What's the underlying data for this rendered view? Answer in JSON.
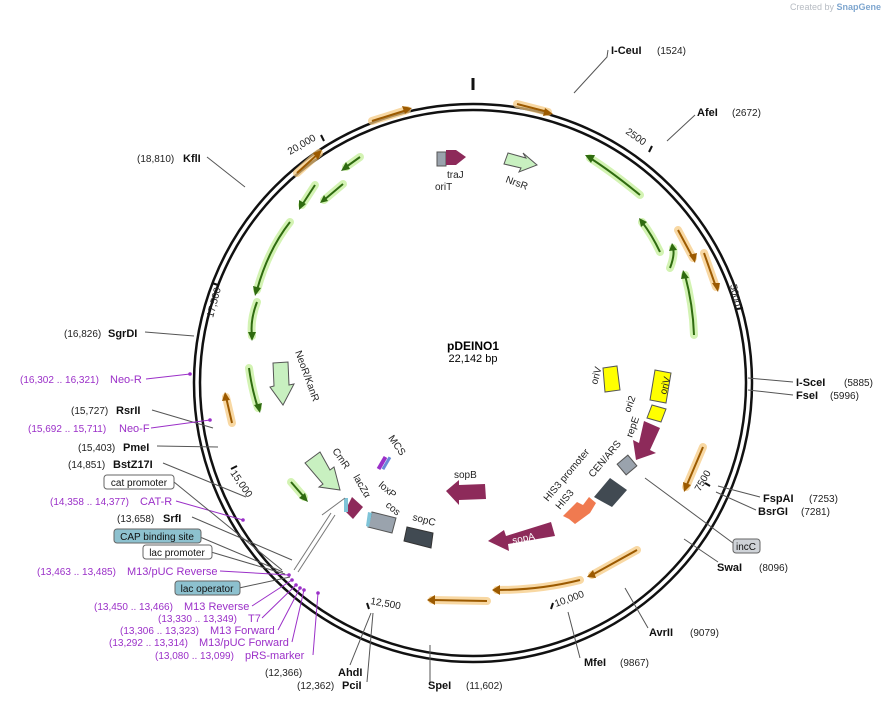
{
  "credit": {
    "prefix": "Created by",
    "brand": "SnapGene"
  },
  "plasmid": {
    "name": "pDEINO1",
    "size_label": "22,142 bp"
  },
  "ticks": [
    "2500",
    "5000",
    "7500",
    "10,000",
    "12,500",
    "15,000",
    "17,500",
    "20,000"
  ],
  "sites": [
    {
      "name": "I-CeuI",
      "pos": "(1524)"
    },
    {
      "name": "AfeI",
      "pos": "(2672)"
    },
    {
      "name": "I-SceI",
      "pos": "(5885)"
    },
    {
      "name": "FseI",
      "pos": "(5996)"
    },
    {
      "name": "FspAI",
      "pos": "(7253)"
    },
    {
      "name": "BsrGI",
      "pos": "(7281)"
    },
    {
      "name": "SwaI",
      "pos": "(8096)"
    },
    {
      "name": "AvrII",
      "pos": "(9079)"
    },
    {
      "name": "MfeI",
      "pos": "(9867)"
    },
    {
      "name": "SpeI",
      "pos": "(11,602)"
    },
    {
      "name": "PciI",
      "pos": "(12,362)"
    },
    {
      "name": "AhdI",
      "pos": "(12,366)"
    },
    {
      "name": "SrfI",
      "pos": "(13,658)"
    },
    {
      "name": "BstZ17I",
      "pos": "(14,851)"
    },
    {
      "name": "PmeI",
      "pos": "(15,403)"
    },
    {
      "name": "RsrII",
      "pos": "(15,727)"
    },
    {
      "name": "SgrDI",
      "pos": "(16,826)"
    },
    {
      "name": "KflI",
      "pos": "(18,810)"
    }
  ],
  "primers": [
    {
      "name": "Neo-R",
      "range": "(16,302 .. 16,321)"
    },
    {
      "name": "Neo-F",
      "range": "(15,692 .. 15,711)"
    },
    {
      "name": "CAT-R",
      "range": "(14,358 .. 14,377)"
    },
    {
      "name": "M13/pUC Reverse",
      "range": "(13,463 .. 13,485)"
    },
    {
      "name": "M13 Reverse",
      "range": "(13,450 .. 13,466)"
    },
    {
      "name": "T7",
      "range": "(13,330 .. 13,349)"
    },
    {
      "name": "M13 Forward",
      "range": "(13,306 .. 13,323)"
    },
    {
      "name": "M13/pUC Forward",
      "range": "(13,292 .. 13,314)"
    },
    {
      "name": "pRS-marker",
      "range": "(13,080 .. 13,099)"
    }
  ],
  "boxes": [
    {
      "label": "cat promoter",
      "fill": "#ffffff"
    },
    {
      "label": "CAP binding site",
      "fill": "#8dc1cf"
    },
    {
      "label": "lac promoter",
      "fill": "#ffffff"
    },
    {
      "label": "lac operator",
      "fill": "#8dc1cf"
    },
    {
      "label": "incC",
      "fill": "#cfd3d8"
    }
  ],
  "features": [
    {
      "name": "traJ"
    },
    {
      "name": "oriT"
    },
    {
      "name": "NrsR"
    },
    {
      "name": "NeoR/KanR"
    },
    {
      "name": "oriV"
    },
    {
      "name": "oriV"
    },
    {
      "name": "ori2"
    },
    {
      "name": "repE"
    },
    {
      "name": "sopB"
    },
    {
      "name": "HIS3 promoter"
    },
    {
      "name": "HIS3"
    },
    {
      "name": "CEN/ARS"
    },
    {
      "name": "sopA"
    },
    {
      "name": "sopC"
    },
    {
      "name": "cos"
    },
    {
      "name": "loxP"
    },
    {
      "name": "lacZα"
    },
    {
      "name": "CmR"
    },
    {
      "name": "MCS"
    }
  ],
  "colors": {
    "backbone": "#111111",
    "orf_green": "#2f6b10",
    "orf_orange": "#9c5a00",
    "cds_maroon": "#8d2a5a",
    "light_green": "#c8f0c0",
    "origin_yellow": "#ffff00",
    "grey": "#9aa3ad",
    "dark_grey": "#414a52",
    "salmon": "#f07a50",
    "primer": "#9b30c8"
  }
}
